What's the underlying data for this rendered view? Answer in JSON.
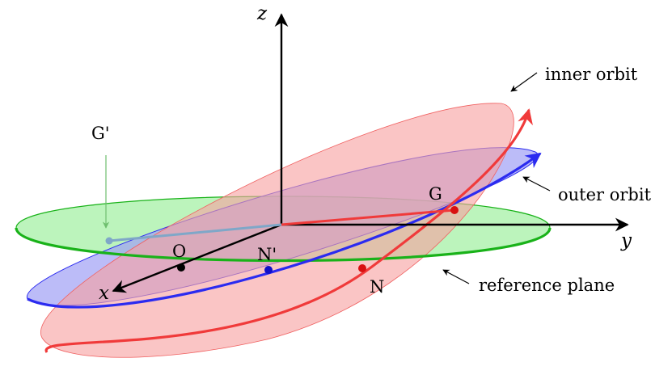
{
  "axes": {
    "x": "x",
    "y": "y",
    "z": "z"
  },
  "points": {
    "O": "O",
    "N_prime": "N'",
    "N": "N",
    "G": "G",
    "G_prime": "G'"
  },
  "annotations": {
    "inner_orbit": "inner orbit",
    "outer_orbit": "outer orbit",
    "reference_plane": "reference plane"
  },
  "colors": {
    "reference_plane_fill": "#a6f0a6",
    "reference_plane_stroke": "#19b219",
    "outer_orbit_fill": "#9f9ff5",
    "outer_orbit_stroke": "#2b2bf0",
    "inner_orbit_fill": "#f7a1a1",
    "inner_orbit_stroke": "#f03a3a",
    "axis": "#000000",
    "g_prime_line": "#7fa7c8"
  }
}
